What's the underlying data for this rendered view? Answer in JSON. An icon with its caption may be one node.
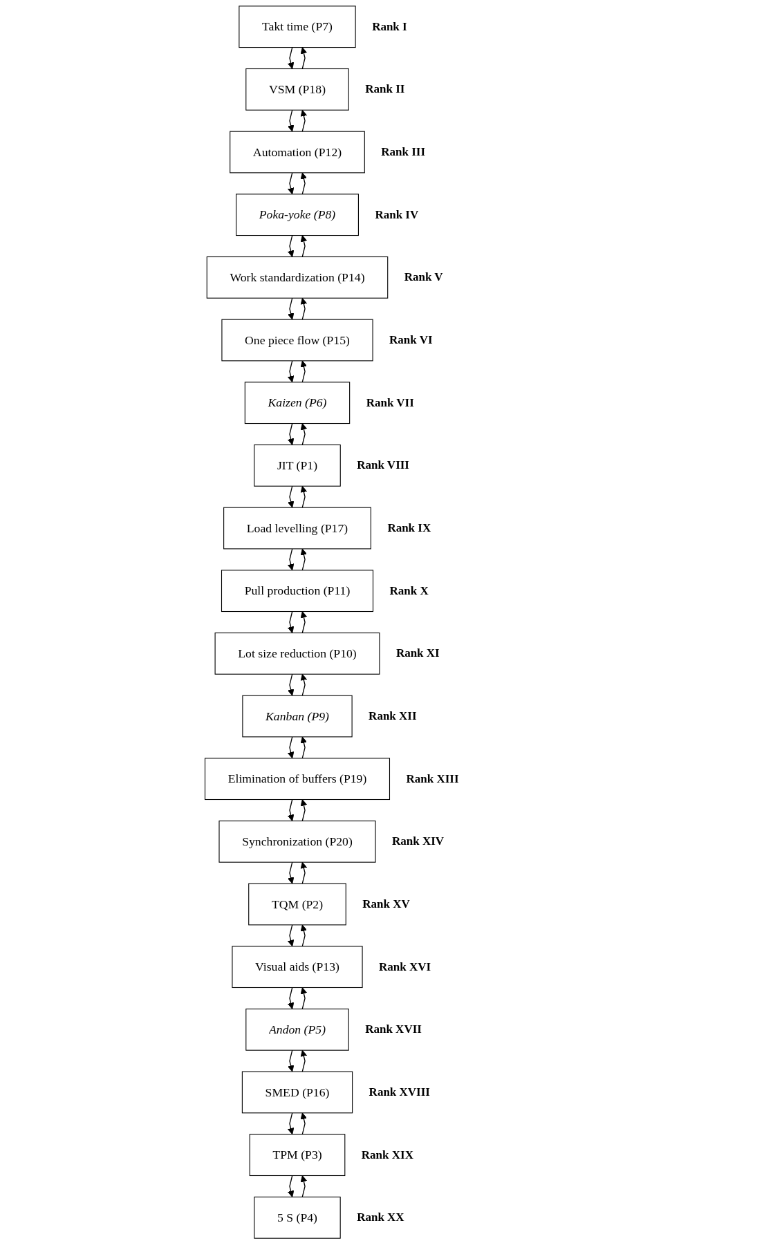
{
  "diagram": {
    "nodes": [
      {
        "text": [
          "Takt time (P7)"
        ],
        "beside": [
          "Rank I"
        ]
      },
      {
        "text": [
          "VSM (P18)"
        ],
        "beside": [
          "Rank II"
        ]
      },
      {
        "text": [
          "Automation (P12)"
        ],
        "beside": [
          "Rank III"
        ]
      },
      {
        "text": [
          "Poka-yoke (P8)"
        ],
        "beside": [
          "Rank IV"
        ]
      },
      {
        "text": [
          "Work standardization (P14)"
        ],
        "beside": [
          "Rank V"
        ]
      },
      {
        "text": [
          "One piece flow (P15)"
        ],
        "beside": [
          "Rank VI"
        ]
      },
      {
        "text": [
          "Kaizen (P6)"
        ],
        "beside": [
          "Rank VII"
        ]
      },
      {
        "text": [
          "JIT (P1)"
        ],
        "beside": [
          "Rank VIII"
        ]
      },
      {
        "text": [
          "Load levelling (P17)"
        ],
        "beside": [
          "Rank IX"
        ]
      },
      {
        "text": [
          "Pull production (P11)"
        ],
        "beside": [
          "Rank X"
        ]
      },
      {
        "text": [
          "Lot size reduction (P10)"
        ],
        "beside": [
          "Rank XI"
        ]
      },
      {
        "text": [
          "Kanban (P9)"
        ],
        "beside": [
          "Rank XII"
        ]
      },
      {
        "text": [
          "Elimination of buffers (P19)"
        ],
        "beside": [
          "Rank XIII"
        ]
      },
      {
        "text": [
          "Synchronization (P20)"
        ],
        "beside": [
          "Rank XIV"
        ]
      },
      {
        "text": [
          "TQM (P2)"
        ],
        "beside": [
          "Rank XV"
        ]
      },
      {
        "text": [
          "Visual aids (P13)"
        ],
        "beside": [
          "Rank XVI"
        ]
      },
      {
        "text": [
          "Andon (P5)"
        ],
        "beside": [
          "Rank XVII"
        ]
      },
      {
        "text": [
          "SMED (P16)"
        ],
        "beside": [
          "Rank XVIII"
        ]
      },
      {
        "text": [
          "TPM (P3)"
        ],
        "beside": [
          "Rank XIX"
        ]
      },
      {
        "text": [
          "5 S (P4)"
        ],
        "beside": [
          "Rank XX"
        ]
      }
    ],
    "edges": [
      {
        "from": 0,
        "to": 1,
        "arrow": "to"
      },
      {
        "from": 1,
        "to": 0,
        "arrow": "to"
      },
      {
        "from": 1,
        "to": 2,
        "arrow": "to"
      },
      {
        "from": 2,
        "to": 1,
        "arrow": "to"
      },
      {
        "from": 2,
        "to": 3,
        "arrow": "to"
      },
      {
        "from": 3,
        "to": 2,
        "arrow": "to"
      },
      {
        "from": 3,
        "to": 4,
        "arrow": "to"
      },
      {
        "from": 4,
        "to": 3,
        "arrow": "to"
      },
      {
        "from": 4,
        "to": 5,
        "arrow": "to"
      },
      {
        "from": 5,
        "to": 4,
        "arrow": "to"
      },
      {
        "from": 5,
        "to": 6,
        "arrow": "to"
      },
      {
        "from": 6,
        "to": 5,
        "arrow": "to"
      },
      {
        "from": 6,
        "to": 7,
        "arrow": "to"
      },
      {
        "from": 7,
        "to": 6,
        "arrow": "to"
      },
      {
        "from": 7,
        "to": 8,
        "arrow": "to"
      },
      {
        "from": 8,
        "to": 7,
        "arrow": "to"
      },
      {
        "from": 8,
        "to": 9,
        "arrow": "to"
      },
      {
        "from": 9,
        "to": 8,
        "arrow": "to"
      },
      {
        "from": 9,
        "to": 10,
        "arrow": "to"
      },
      {
        "from": 10,
        "to": 9,
        "arrow": "to"
      },
      {
        "from": 10,
        "to": 11,
        "arrow": "to"
      },
      {
        "from": 11,
        "to": 10,
        "arrow": "to"
      },
      {
        "from": 11,
        "to": 12,
        "arrow": "to"
      },
      {
        "from": 12,
        "to": 11,
        "arrow": "to"
      },
      {
        "from": 12,
        "to": 13,
        "arrow": "to"
      },
      {
        "from": 13,
        "to": 12,
        "arrow": "to"
      },
      {
        "from": 13,
        "to": 14,
        "arrow": "to"
      },
      {
        "from": 14,
        "to": 13,
        "arrow": "to"
      },
      {
        "from": 14,
        "to": 15,
        "arrow": "to"
      },
      {
        "from": 15,
        "to": 14,
        "arrow": "to"
      },
      {
        "from": 15,
        "to": 16,
        "arrow": "to"
      },
      {
        "from": 16,
        "to": 15,
        "arrow": "to"
      },
      {
        "from": 16,
        "to": 17,
        "arrow": "to"
      },
      {
        "from": 17,
        "to": 16,
        "arrow": "to"
      },
      {
        "from": 17,
        "to": 18,
        "arrow": "to"
      },
      {
        "from": 18,
        "to": 17,
        "arrow": "to"
      },
      {
        "from": 18,
        "to": 19,
        "arrow": "to"
      },
      {
        "from": 19,
        "to": 18,
        "arrow": "to"
      }
    ]
  }
}
